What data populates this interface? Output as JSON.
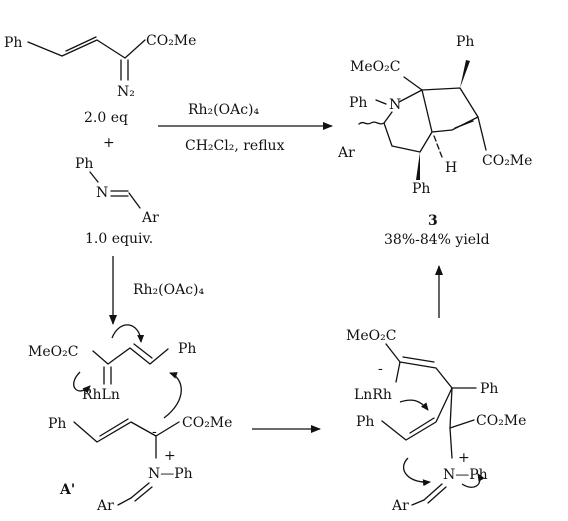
{
  "top_reaction": {
    "diazo": {
      "ph": "Ph",
      "ester": "CO₂Me",
      "n2": "N₂",
      "amount": "2.0 eq"
    },
    "plus": "+",
    "imine": {
      "ph": "Ph",
      "n": "N",
      "ar": "Ar",
      "amount": "1.0 equiv."
    },
    "conditions": {
      "catalyst": "Rh₂(OAc)₄",
      "solvent": "CH₂Cl₂, reflux"
    },
    "product": {
      "ester_top": "MeO₂C",
      "ph_top": "Ph",
      "ph_n": "Ph",
      "n": "N",
      "ar": "Ar",
      "h": "H",
      "ester_right": "CO₂Me",
      "ph_bottom": "Ph",
      "compound_number": "3",
      "yield": "38%-84% yield"
    }
  },
  "down_arrow_label": "Rh₂(OAc)₄",
  "intermediate_a": {
    "ester": "MeO₂C",
    "ph_vinyl": "Ph",
    "rhln": "RhLn",
    "ph_left": "Ph",
    "minus": "-",
    "ester_right": "CO₂Me",
    "plus": "+",
    "n_ph": "N—Ph",
    "ar": "Ar",
    "label": "A'"
  },
  "intermediate_b": {
    "ester": "MeO₂C",
    "minus": "-",
    "lnrh": "LnRh",
    "ph_right": "Ph",
    "ph_left": "Ph",
    "ester_right": "CO₂Me",
    "plus": "+",
    "n_ph": "N—Ph",
    "ar": "Ar"
  }
}
